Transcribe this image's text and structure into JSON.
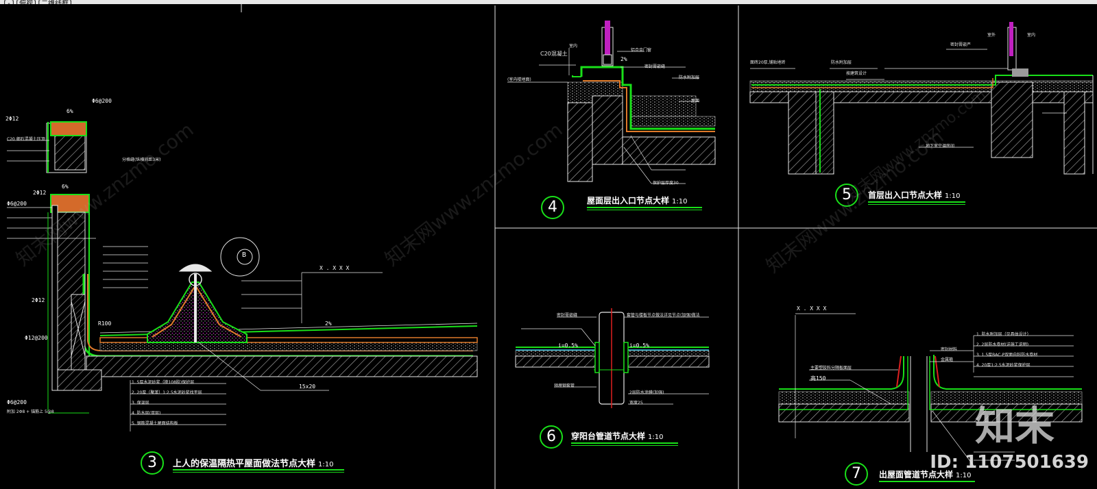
{
  "view_label": "[-][俯视][二维线框]",
  "colors": {
    "background": "#000000",
    "green": "#19e019",
    "hatch": "#cfcfcf",
    "insul": "#e07a2a",
    "dots": "#d020d0",
    "red": "#e02020",
    "cyan": "#30c0e0",
    "yellow": "#e0d020"
  },
  "details": [
    {
      "number": "3",
      "title": "上人的保温隔热平屋面做法节点大样",
      "scale": "1:10"
    },
    {
      "number": "4",
      "title": "屋面层出入口节点大样",
      "scale": "1:10"
    },
    {
      "number": "5",
      "title": "首层出入口节点大样",
      "scale": "1:10"
    },
    {
      "number": "6",
      "title": "穿阳台管道节点大样",
      "scale": "1:10"
    },
    {
      "number": "7",
      "title": "出屋面管道节点大样",
      "scale": "1:10"
    }
  ],
  "detail3_annotations": {
    "slope_top": "6%",
    "slope_mid": "6%",
    "slope_roof": "2%",
    "rebar_top": "Φ6@200",
    "rebar_a": "2Φ12",
    "rebar_b": "2Φ12",
    "rebar_c": "Φ6@200",
    "rebar_d": "2Φ12",
    "rebar_e": "Φ12@200",
    "rebar_f": "Φ6@200",
    "radius": "R100",
    "label_b": "B",
    "dim_joint": "15x20",
    "elev": "X . X X X",
    "note_cast": "C20 细石混凝土压顶",
    "note_gap": "分格缝(纵横间距3米)",
    "note_anchor": "附加 2Φ8 + 锚筋上 5@8",
    "steps": [
      "1. 5厚水泥砂浆（掺108胶)保护层",
      "2. 20厚（聚苯）1:2.5水泥砂浆找平层",
      "3. 保温层",
      "4. 防水层(双层)",
      "5. 钢筋混凝土屋面结构板"
    ]
  },
  "detail4_annotations": {
    "concrete": "C20混凝土",
    "room": "室内",
    "floor": "(室内楼地面)",
    "door": "铝合金门窗",
    "slope": "2%",
    "flash": "密封膏嵌缝",
    "layers": "防水附加层",
    "roof": "屋面",
    "thick": "保护层厚度30"
  },
  "detail5_annotations": {
    "outdoor": "室外",
    "indoor": "室内",
    "paving": "面砖20厚,铺贴地砖",
    "waterproof": "防水附加层",
    "design": "按建筑设计",
    "basement": "地下室空调房间",
    "seal": "密封膏嵌严"
  },
  "detail6_annotations": {
    "slope_l": "i=0.5%",
    "slope_r": "i=0.5%",
    "seal": "密封膏嵌缝",
    "pipe": "预埋钢套管",
    "note_top": "套管与楼板节点做法详见节点(加强)做法",
    "note_bot": "2层防水涂膜(加强)",
    "width": "宽度25"
  },
  "detail7_annotations": {
    "elev": "X . X X X",
    "note_l": "主要塑胶料分隔板面层",
    "height": "高150",
    "seal": "密封材料",
    "metal": "金属箍",
    "steps": [
      "1. 防水附加层（见具体设计）",
      "2. 2层防水卷材(详施工说明)",
      "3. 1.5厚BAC-P双面自粘防水卷材",
      "4. 20厚1:2.5水泥砂浆保护层"
    ]
  },
  "watermarks": [
    "知末网www.znzmo.com",
    "知末网www.znzmo.com",
    "知末网www.znzmo.com",
    "知末网www.znzmo.com"
  ],
  "logo_text": "知末",
  "id_text": "ID: 1107501639"
}
